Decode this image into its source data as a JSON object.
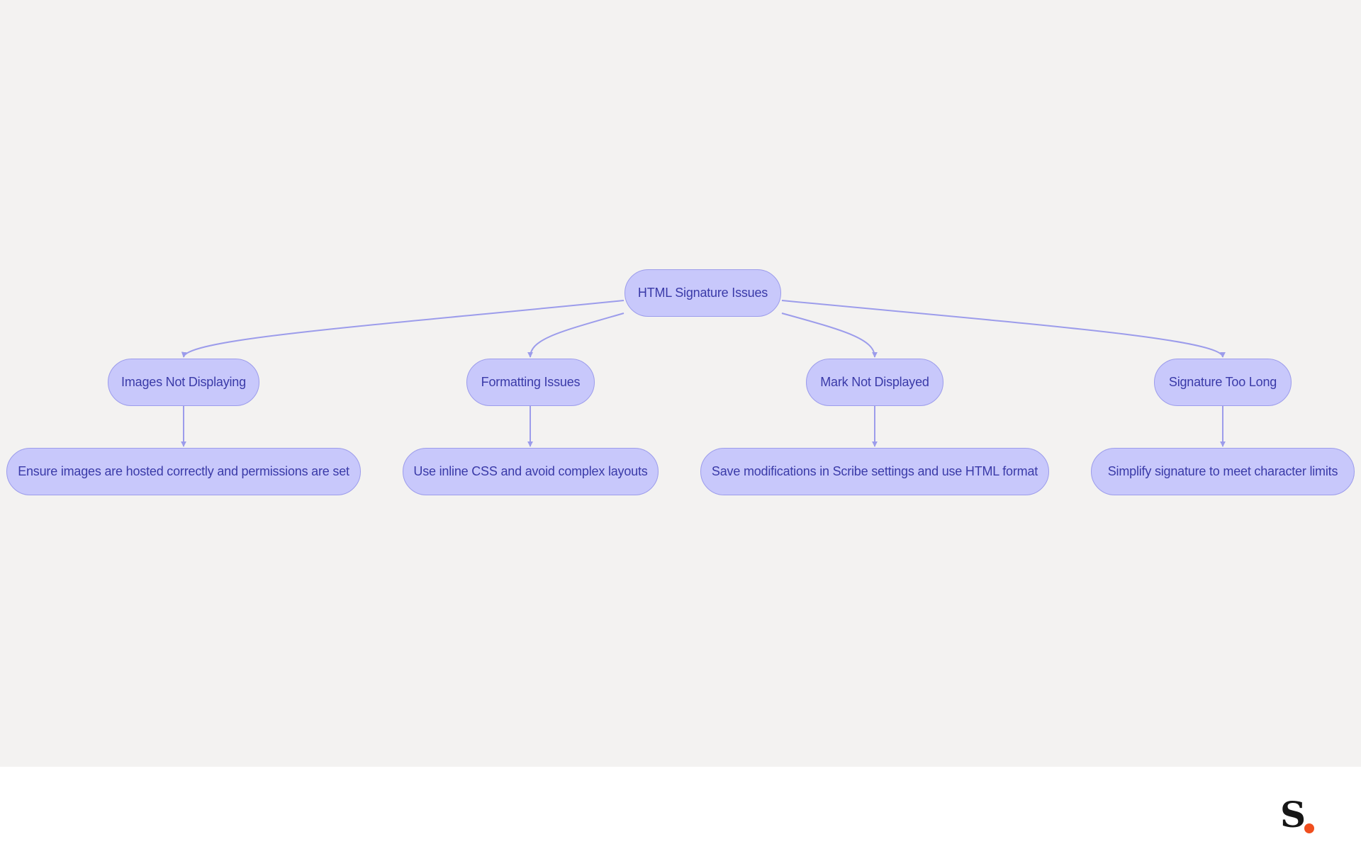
{
  "diagram": {
    "root": {
      "id": "root",
      "label": "HTML Signature Issues"
    },
    "branches": [
      {
        "id": "images",
        "label": "Images Not Displaying",
        "solution": "Ensure images are hosted correctly and permissions are set"
      },
      {
        "id": "formatting",
        "label": "Formatting Issues",
        "solution": "Use inline CSS and avoid complex layouts"
      },
      {
        "id": "mark",
        "label": "Mark Not Displayed",
        "solution": "Save modifications in Scribe settings and use HTML format"
      },
      {
        "id": "length",
        "label": "Signature Too Long",
        "solution": "Simplify signature to meet character limits"
      }
    ],
    "colors": {
      "node_fill": "#c8c8fb",
      "node_border": "#9c9ceb",
      "node_text": "#3a3aa8",
      "edge": "#9c9ceb",
      "canvas_background": "#f3f2f1"
    }
  },
  "footer": {
    "logo": {
      "icon": "scribe-logo-icon",
      "letter": "S",
      "dot_color": "#f04e1e"
    }
  }
}
